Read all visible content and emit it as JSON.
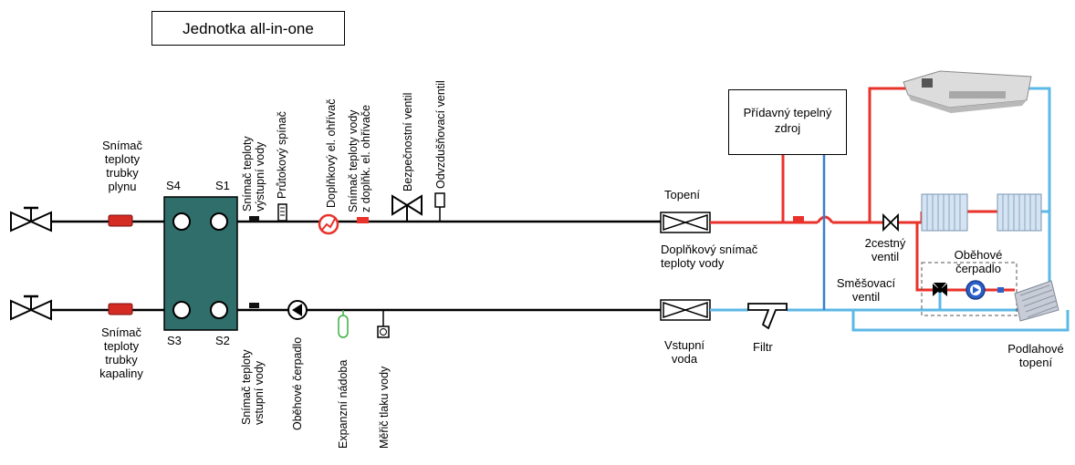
{
  "title": "Jednotka all-in-one",
  "additional_heat_source": {
    "line1": "Přídavný tepelný",
    "line2": "zdroj"
  },
  "plate_ports": {
    "s1": "S1",
    "s2": "S2",
    "s3": "S3",
    "s4": "S4"
  },
  "gas_pipe_sensor": [
    "Snímač",
    "teploty",
    "trubky",
    "plynu"
  ],
  "liquid_pipe_sensor": [
    "Snímač",
    "teploty",
    "trubky",
    "kapaliny"
  ],
  "vertical_labels": {
    "outlet_temp_sensor": [
      "Snímač teploty",
      "výstupní vody"
    ],
    "flow_switch": "Průtokový spínač",
    "backup_heater": "Doplňkový el. ohřívač",
    "backup_heater_temp": [
      "Snímač teploty vody",
      "z doplňk. el. ohřívače"
    ],
    "safety_valve": "Bezpečnostní ventil",
    "air_vent": "Odvzdušňovací ventil",
    "inlet_temp_sensor": [
      "Snímač teploty",
      "vstupní vody"
    ],
    "circulation_pump": "Oběhové čerpadlo",
    "expansion_tank": "Expanzní nádoba",
    "pressure_gauge": "Měřič tlaku vody"
  },
  "heating_label": "Topení",
  "aux_water_sensor": [
    "Doplňkový snímač",
    "teploty vody"
  ],
  "inlet_water": [
    "Vstupní",
    "voda"
  ],
  "filter": "Filtr",
  "two_way_valve": [
    "2cestný",
    "ventil"
  ],
  "circ_pump_right": [
    "Oběhové",
    "čerpadlo"
  ],
  "mixing_valve": [
    "Směšovací",
    "ventil"
  ],
  "floor_heating": [
    "Podlahové",
    "topení"
  ],
  "colors": {
    "hot_pipe": "#e8322a",
    "cold_pipe": "#5cb8e6",
    "main_pipe": "#000000",
    "plate_hx": "#2f6e6b",
    "pump_blue": "#2b5fc9",
    "vertical_blue": "#3a7fd0"
  }
}
